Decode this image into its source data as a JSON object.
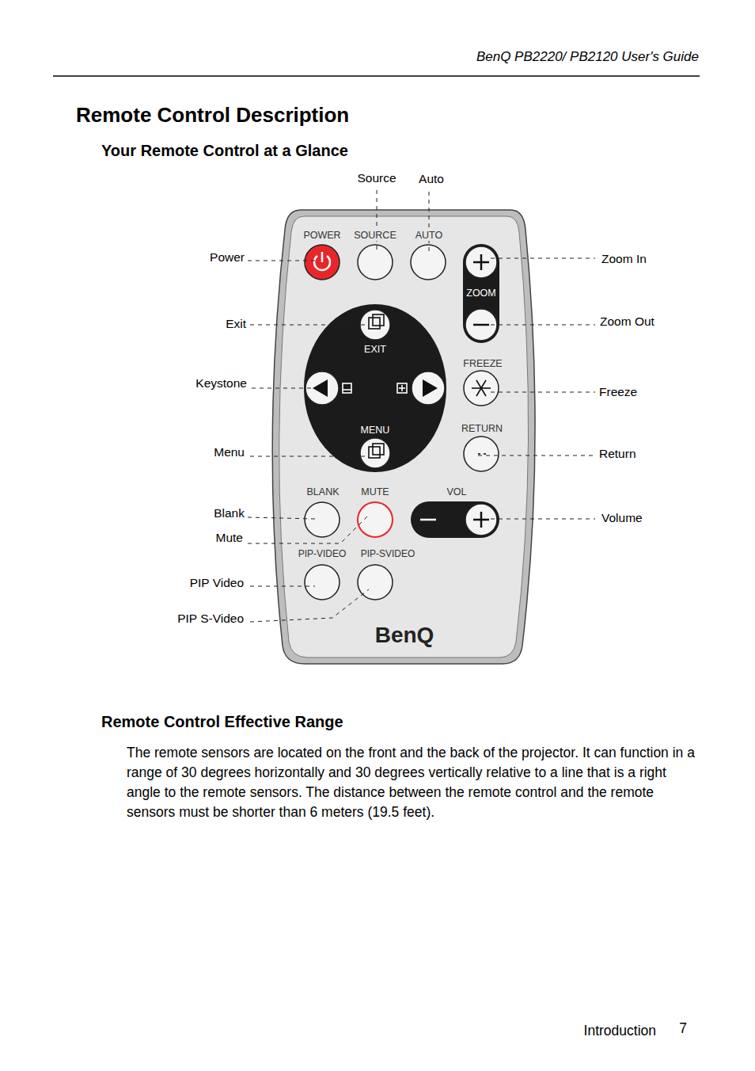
{
  "diagram": {
    "title": "Remote Control Description",
    "labels": [
      "BenQ PB2220/ PB2120 User's Guide",
      "Your Remote Control at a Glance",
      "Source",
      "Auto",
      "Power",
      "Exit",
      "Keystone",
      "Menu",
      "Blank",
      "Mute",
      "PIP Video",
      "PIP S-Video",
      "Zoom In",
      "Zoom Out",
      "Freeze",
      "Return",
      "Volume",
      "POWER",
      "SOURCE",
      "AUTO",
      "ZOOM",
      "EXIT",
      "MENU",
      "FREEZE",
      "RETURN",
      "BLANK",
      "MUTE",
      "VOL",
      "PIP-VIDEO",
      "PIP-SVIDEO",
      "BenQ",
      "Remote Control Effective Range",
      "The remote sensors are located on the front and the back of the projector. It can function in a range of 30 degrees horizontally and 30 degrees vertically relative to a line that is a right angle to the remote sensors. The distance between the remote control and the remote sensors must be shorter than 6 meters (19.5 feet).",
      "Introduction",
      "7"
    ]
  }
}
